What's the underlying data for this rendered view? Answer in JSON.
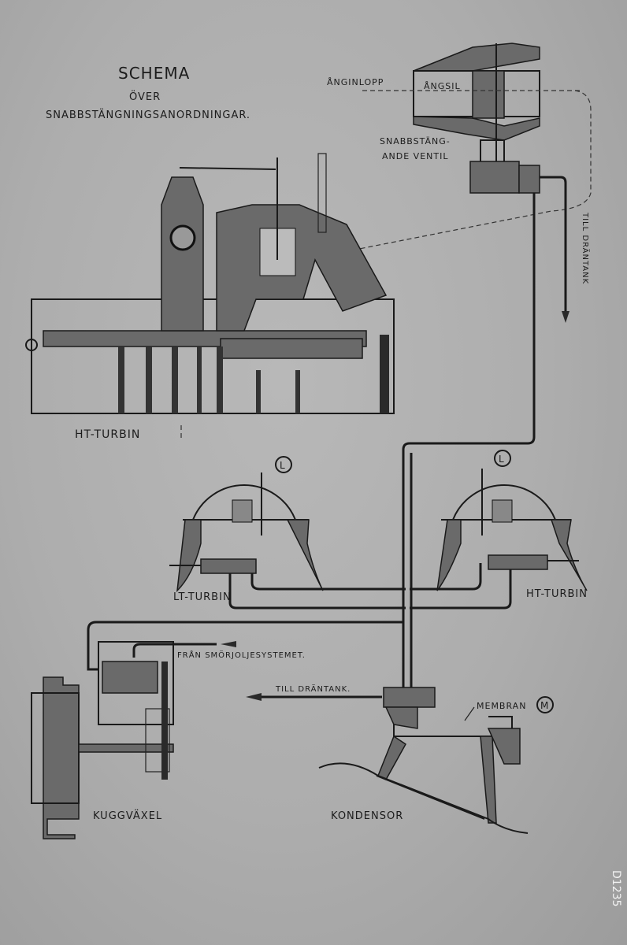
{
  "title": {
    "line1": "SCHEMA",
    "line2": "ÖVER",
    "line3": "SNABBSTÄNGNINGSANORDNINGAR."
  },
  "valve": {
    "inlet": "ÅNGINLOPP",
    "strainer": "ÅNGSIL",
    "name_line1": "SNABBSTÄNG-",
    "name_line2": "ANDE VENTIL",
    "drain": "TILL DRÄNTANK"
  },
  "ht_turbine_main": "HT-TURBIN",
  "lt_turbine": {
    "label": "LT-TURBIN",
    "marker": "L"
  },
  "ht_turbine": {
    "label": "HT-TURBIN",
    "marker": "L"
  },
  "lube_oil": "FRÅN SMÖRJOLJESYSTEMET.",
  "condenser": {
    "drain": "TILL DRÄNTANK.",
    "membrane": "MEMBRAN",
    "marker": "M",
    "label": "KONDENSOR"
  },
  "gearbox": "KUGGVÄXEL",
  "plate_number": "D1235"
}
